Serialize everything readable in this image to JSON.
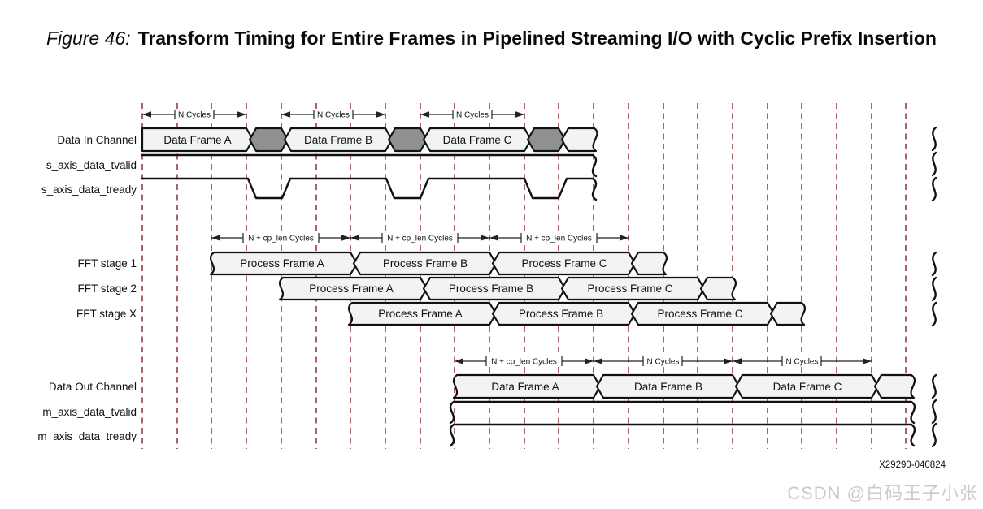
{
  "figure": {
    "label": "Figure 46:",
    "title": "Transform Timing for Entire Frames in Pipelined Streaming I/O with Cyclic Prefix Insertion"
  },
  "rows": {
    "data_in": {
      "label": "Data In Channel",
      "frames": {
        "a": "Data Frame A",
        "b": "Data Frame B",
        "c": "Data Frame C"
      }
    },
    "s_tvalid": {
      "label": "s_axis_data_tvalid"
    },
    "s_tready": {
      "label": "s_axis_data_tready"
    },
    "fft1": {
      "label": "FFT stage 1",
      "frames": {
        "a": "Process Frame A",
        "b": "Process Frame B",
        "c": "Process Frame C"
      }
    },
    "fft2": {
      "label": "FFT stage 2",
      "frames": {
        "a": "Process Frame A",
        "b": "Process Frame B",
        "c": "Process Frame C"
      }
    },
    "fftx": {
      "label": "FFT stage X",
      "frames": {
        "a": "Process Frame A",
        "b": "Process Frame B",
        "c": "Process Frame C"
      }
    },
    "data_out": {
      "label": "Data Out Channel",
      "frames": {
        "a": "Data Frame A",
        "b": "Data Frame B",
        "c": "Data Frame C"
      }
    },
    "m_tvalid": {
      "label": "m_axis_data_tvalid"
    },
    "m_tready": {
      "label": "m_axis_data_tready"
    }
  },
  "annotations": {
    "n_cycles": "N Cycles",
    "n_cp_len_cycles": "N + cp_len Cycles",
    "doc_id": "X29290-040824",
    "watermark": "CSDN @白码王子小张"
  },
  "colors": {
    "grid_dashed_line": "#8E3032",
    "bus_fill": "#F3F3F3",
    "gap_fill": "#909090",
    "ink": "#111111",
    "watermark": "#CBCBCB"
  }
}
